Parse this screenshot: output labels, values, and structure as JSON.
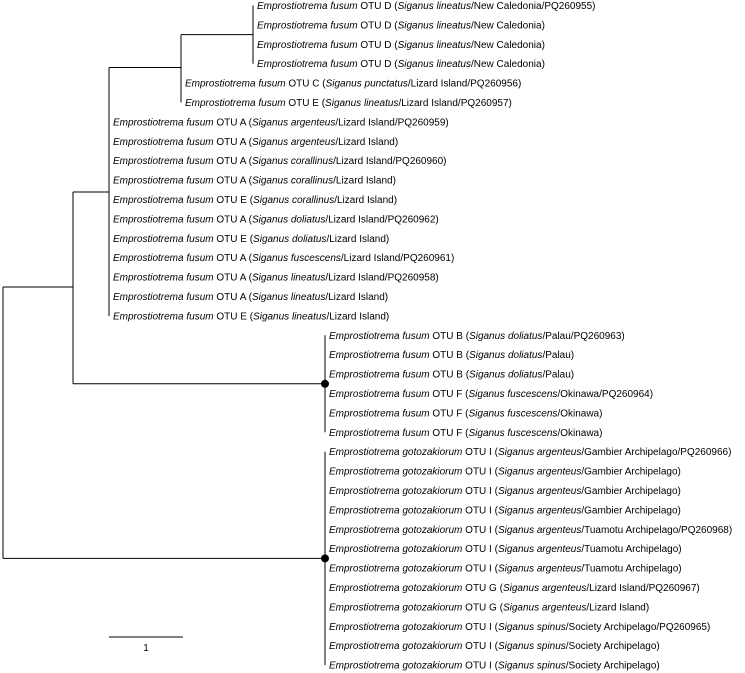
{
  "colors": {
    "line": "#000000",
    "text": "#000000",
    "background": "#ffffff"
  },
  "scale_bar": {
    "label": "1"
  },
  "clades": [
    {
      "name": "clade-d",
      "taxa": [
        {
          "genus": "Emprostiotrema",
          "species": "fusum",
          "otu": "OTU D",
          "host": "Siganus lineatus",
          "locality": "New Caledonia",
          "accession": "PQ260955"
        },
        {
          "genus": "Emprostiotrema",
          "species": "fusum",
          "otu": "OTU D",
          "host": "Siganus lineatus",
          "locality": "New Caledonia",
          "accession": ""
        },
        {
          "genus": "Emprostiotrema",
          "species": "fusum",
          "otu": "OTU D",
          "host": "Siganus lineatus",
          "locality": "New Caledonia",
          "accession": ""
        },
        {
          "genus": "Emprostiotrema",
          "species": "fusum",
          "otu": "OTU D",
          "host": "Siganus lineatus",
          "locality": "New Caledonia",
          "accession": ""
        }
      ]
    },
    {
      "name": "clade-ce",
      "taxa": [
        {
          "genus": "Emprostiotrema",
          "species": "fusum",
          "otu": "OTU C",
          "host": "Siganus punctatus",
          "locality": "Lizard Island",
          "accession": "PQ260956"
        },
        {
          "genus": "Emprostiotrema",
          "species": "fusum",
          "otu": "OTU E",
          "host": "Siganus lineatus",
          "locality": "Lizard Island",
          "accession": "PQ260957"
        }
      ]
    },
    {
      "name": "clade-ae",
      "taxa": [
        {
          "genus": "Emprostiotrema",
          "species": "fusum",
          "otu": "OTU A",
          "host": "Siganus argenteus",
          "locality": "Lizard Island",
          "accession": "PQ260959"
        },
        {
          "genus": "Emprostiotrema",
          "species": "fusum",
          "otu": "OTU A",
          "host": "Siganus argenteus",
          "locality": "Lizard Island",
          "accession": ""
        },
        {
          "genus": "Emprostiotrema",
          "species": "fusum",
          "otu": "OTU A",
          "host": "Siganus corallinus",
          "locality": "Lizard Island",
          "accession": "PQ260960"
        },
        {
          "genus": "Emprostiotrema",
          "species": "fusum",
          "otu": "OTU A",
          "host": "Siganus corallinus",
          "locality": "Lizard Island",
          "accession": ""
        },
        {
          "genus": "Emprostiotrema",
          "species": "fusum",
          "otu": "OTU E",
          "host": "Siganus corallinus",
          "locality": "Lizard Island",
          "accession": ""
        },
        {
          "genus": "Emprostiotrema",
          "species": "fusum",
          "otu": "OTU A",
          "host": "Siganus doliatus",
          "locality": "Lizard Island",
          "accession": "PQ260962"
        },
        {
          "genus": "Emprostiotrema",
          "species": "fusum",
          "otu": "OTU E",
          "host": "Siganus doliatus",
          "locality": "Lizard Island",
          "accession": ""
        },
        {
          "genus": "Emprostiotrema",
          "species": "fusum",
          "otu": "OTU A",
          "host": "Siganus fuscescens",
          "locality": "Lizard Island",
          "accession": "PQ260961"
        },
        {
          "genus": "Emprostiotrema",
          "species": "fusum",
          "otu": "OTU A",
          "host": "Siganus lineatus",
          "locality": "Lizard Island",
          "accession": "PQ260958"
        },
        {
          "genus": "Emprostiotrema",
          "species": "fusum",
          "otu": "OTU A",
          "host": "Siganus lineatus",
          "locality": "Lizard Island",
          "accession": ""
        },
        {
          "genus": "Emprostiotrema",
          "species": "fusum",
          "otu": "OTU E",
          "host": "Siganus lineatus",
          "locality": "Lizard Island",
          "accession": ""
        }
      ]
    },
    {
      "name": "clade-bf",
      "taxa": [
        {
          "genus": "Emprostiotrema",
          "species": "fusum",
          "otu": "OTU B",
          "host": "Siganus doliatus",
          "locality": "Palau",
          "accession": "PQ260963"
        },
        {
          "genus": "Emprostiotrema",
          "species": "fusum",
          "otu": "OTU B",
          "host": "Siganus doliatus",
          "locality": "Palau",
          "accession": ""
        },
        {
          "genus": "Emprostiotrema",
          "species": "fusum",
          "otu": "OTU B",
          "host": "Siganus doliatus",
          "locality": "Palau",
          "accession": ""
        },
        {
          "genus": "Emprostiotrema",
          "species": "fusum",
          "otu": "OTU F",
          "host": "Siganus fuscescens",
          "locality": "Okinawa",
          "accession": "PQ260964"
        },
        {
          "genus": "Emprostiotrema",
          "species": "fusum",
          "otu": "OTU F",
          "host": "Siganus fuscescens",
          "locality": "Okinawa",
          "accession": ""
        },
        {
          "genus": "Emprostiotrema",
          "species": "fusum",
          "otu": "OTU F",
          "host": "Siganus fuscescens",
          "locality": "Okinawa",
          "accession": ""
        }
      ]
    },
    {
      "name": "clade-gotozakiorum",
      "taxa": [
        {
          "genus": "Emprostiotrema",
          "species": "gotozakiorum",
          "otu": "OTU I",
          "host": "Siganus argenteus",
          "locality": "Gambier Archipelago",
          "accession": "PQ260966"
        },
        {
          "genus": "Emprostiotrema",
          "species": "gotozakiorum",
          "otu": "OTU I",
          "host": "Siganus argenteus",
          "locality": "Gambier Archipelago",
          "accession": ""
        },
        {
          "genus": "Emprostiotrema",
          "species": "gotozakiorum",
          "otu": "OTU I",
          "host": "Siganus argenteus",
          "locality": "Gambier Archipelago",
          "accession": ""
        },
        {
          "genus": "Emprostiotrema",
          "species": "gotozakiorum",
          "otu": "OTU I",
          "host": "Siganus argenteus",
          "locality": "Gambier Archipelago",
          "accession": ""
        },
        {
          "genus": "Emprostiotrema",
          "species": "gotozakiorum",
          "otu": "OTU I",
          "host": "Siganus argenteus",
          "locality": "Tuamotu Archipelago",
          "accession": "PQ260968"
        },
        {
          "genus": "Emprostiotrema",
          "species": "gotozakiorum",
          "otu": "OTU I",
          "host": "Siganus argenteus",
          "locality": "Tuamotu Archipelago",
          "accession": ""
        },
        {
          "genus": "Emprostiotrema",
          "species": "gotozakiorum",
          "otu": "OTU I",
          "host": "Siganus argenteus",
          "locality": "Tuamotu Archipelago",
          "accession": ""
        },
        {
          "genus": "Emprostiotrema",
          "species": "gotozakiorum",
          "otu": "OTU G",
          "host": "Siganus argenteus",
          "locality": "Lizard Island",
          "accession": "PQ260967"
        },
        {
          "genus": "Emprostiotrema",
          "species": "gotozakiorum",
          "otu": "OTU G",
          "host": "Siganus argenteus",
          "locality": "Lizard Island",
          "accession": ""
        },
        {
          "genus": "Emprostiotrema",
          "species": "gotozakiorum",
          "otu": "OTU I",
          "host": "Siganus spinus",
          "locality": "Society Archipelago",
          "accession": "PQ260965"
        },
        {
          "genus": "Emprostiotrema",
          "species": "gotozakiorum",
          "otu": "OTU I",
          "host": "Siganus spinus",
          "locality": "Society Archipelago",
          "accession": ""
        },
        {
          "genus": "Emprostiotrema",
          "species": "gotozakiorum",
          "otu": "OTU I",
          "host": "Siganus spinus",
          "locality": "Society Archipelago",
          "accession": ""
        }
      ]
    }
  ]
}
